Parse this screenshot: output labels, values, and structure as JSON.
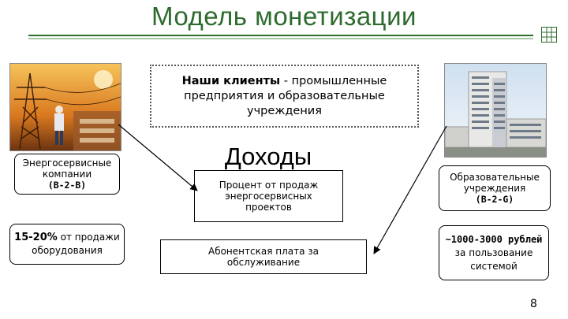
{
  "title": "Модель монетизации",
  "clients": {
    "bold": "Наши клиенты",
    "rest": " - промышленные предприятия и образовательные учреждения"
  },
  "revenue_heading": "Доходы",
  "energy": {
    "label": "Энергосервисные компании",
    "code": "(B-2-B)"
  },
  "energy_share": {
    "percent": "15-20%",
    "rest": " от продажи оборудования"
  },
  "percent_box": "Процент от продаж энергосервисных проектов",
  "subscription_box": "Абонентская плата за обслуживание",
  "education": {
    "label": "Образовательные учреждения",
    "code": "(B-2-G)"
  },
  "education_price": {
    "amount": "~1000-3000 рублей",
    "rest": " за пользование системой"
  },
  "page_number": "8",
  "colors": {
    "title": "#2e6b2e",
    "rule_light": "#a8c8a8"
  },
  "icons": [
    "industrial-photo",
    "university-building-photo",
    "grid-icon"
  ]
}
